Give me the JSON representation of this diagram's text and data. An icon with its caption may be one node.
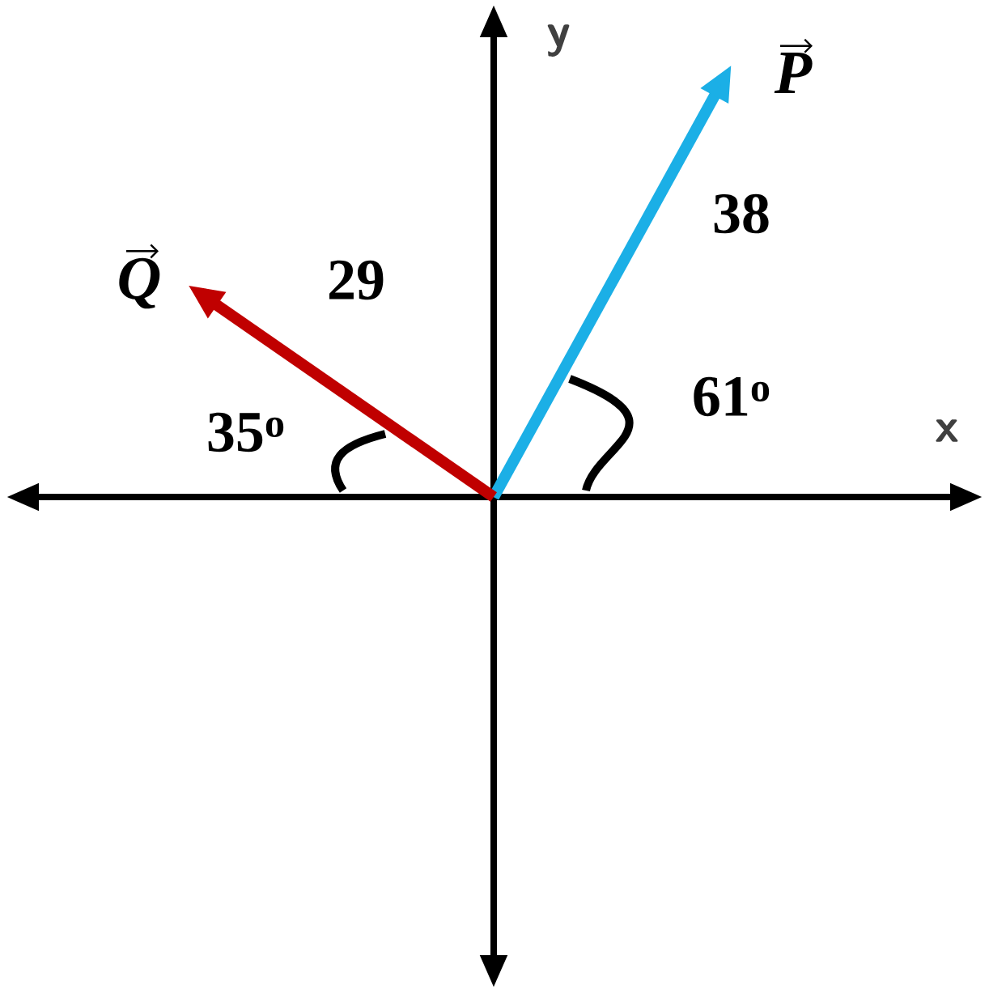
{
  "diagram": {
    "labels": [
      "y",
      "x",
      "P",
      "Q",
      "38",
      "29",
      "61$^{o}$",
      "35$^{o}$"
    ]
  }
}
